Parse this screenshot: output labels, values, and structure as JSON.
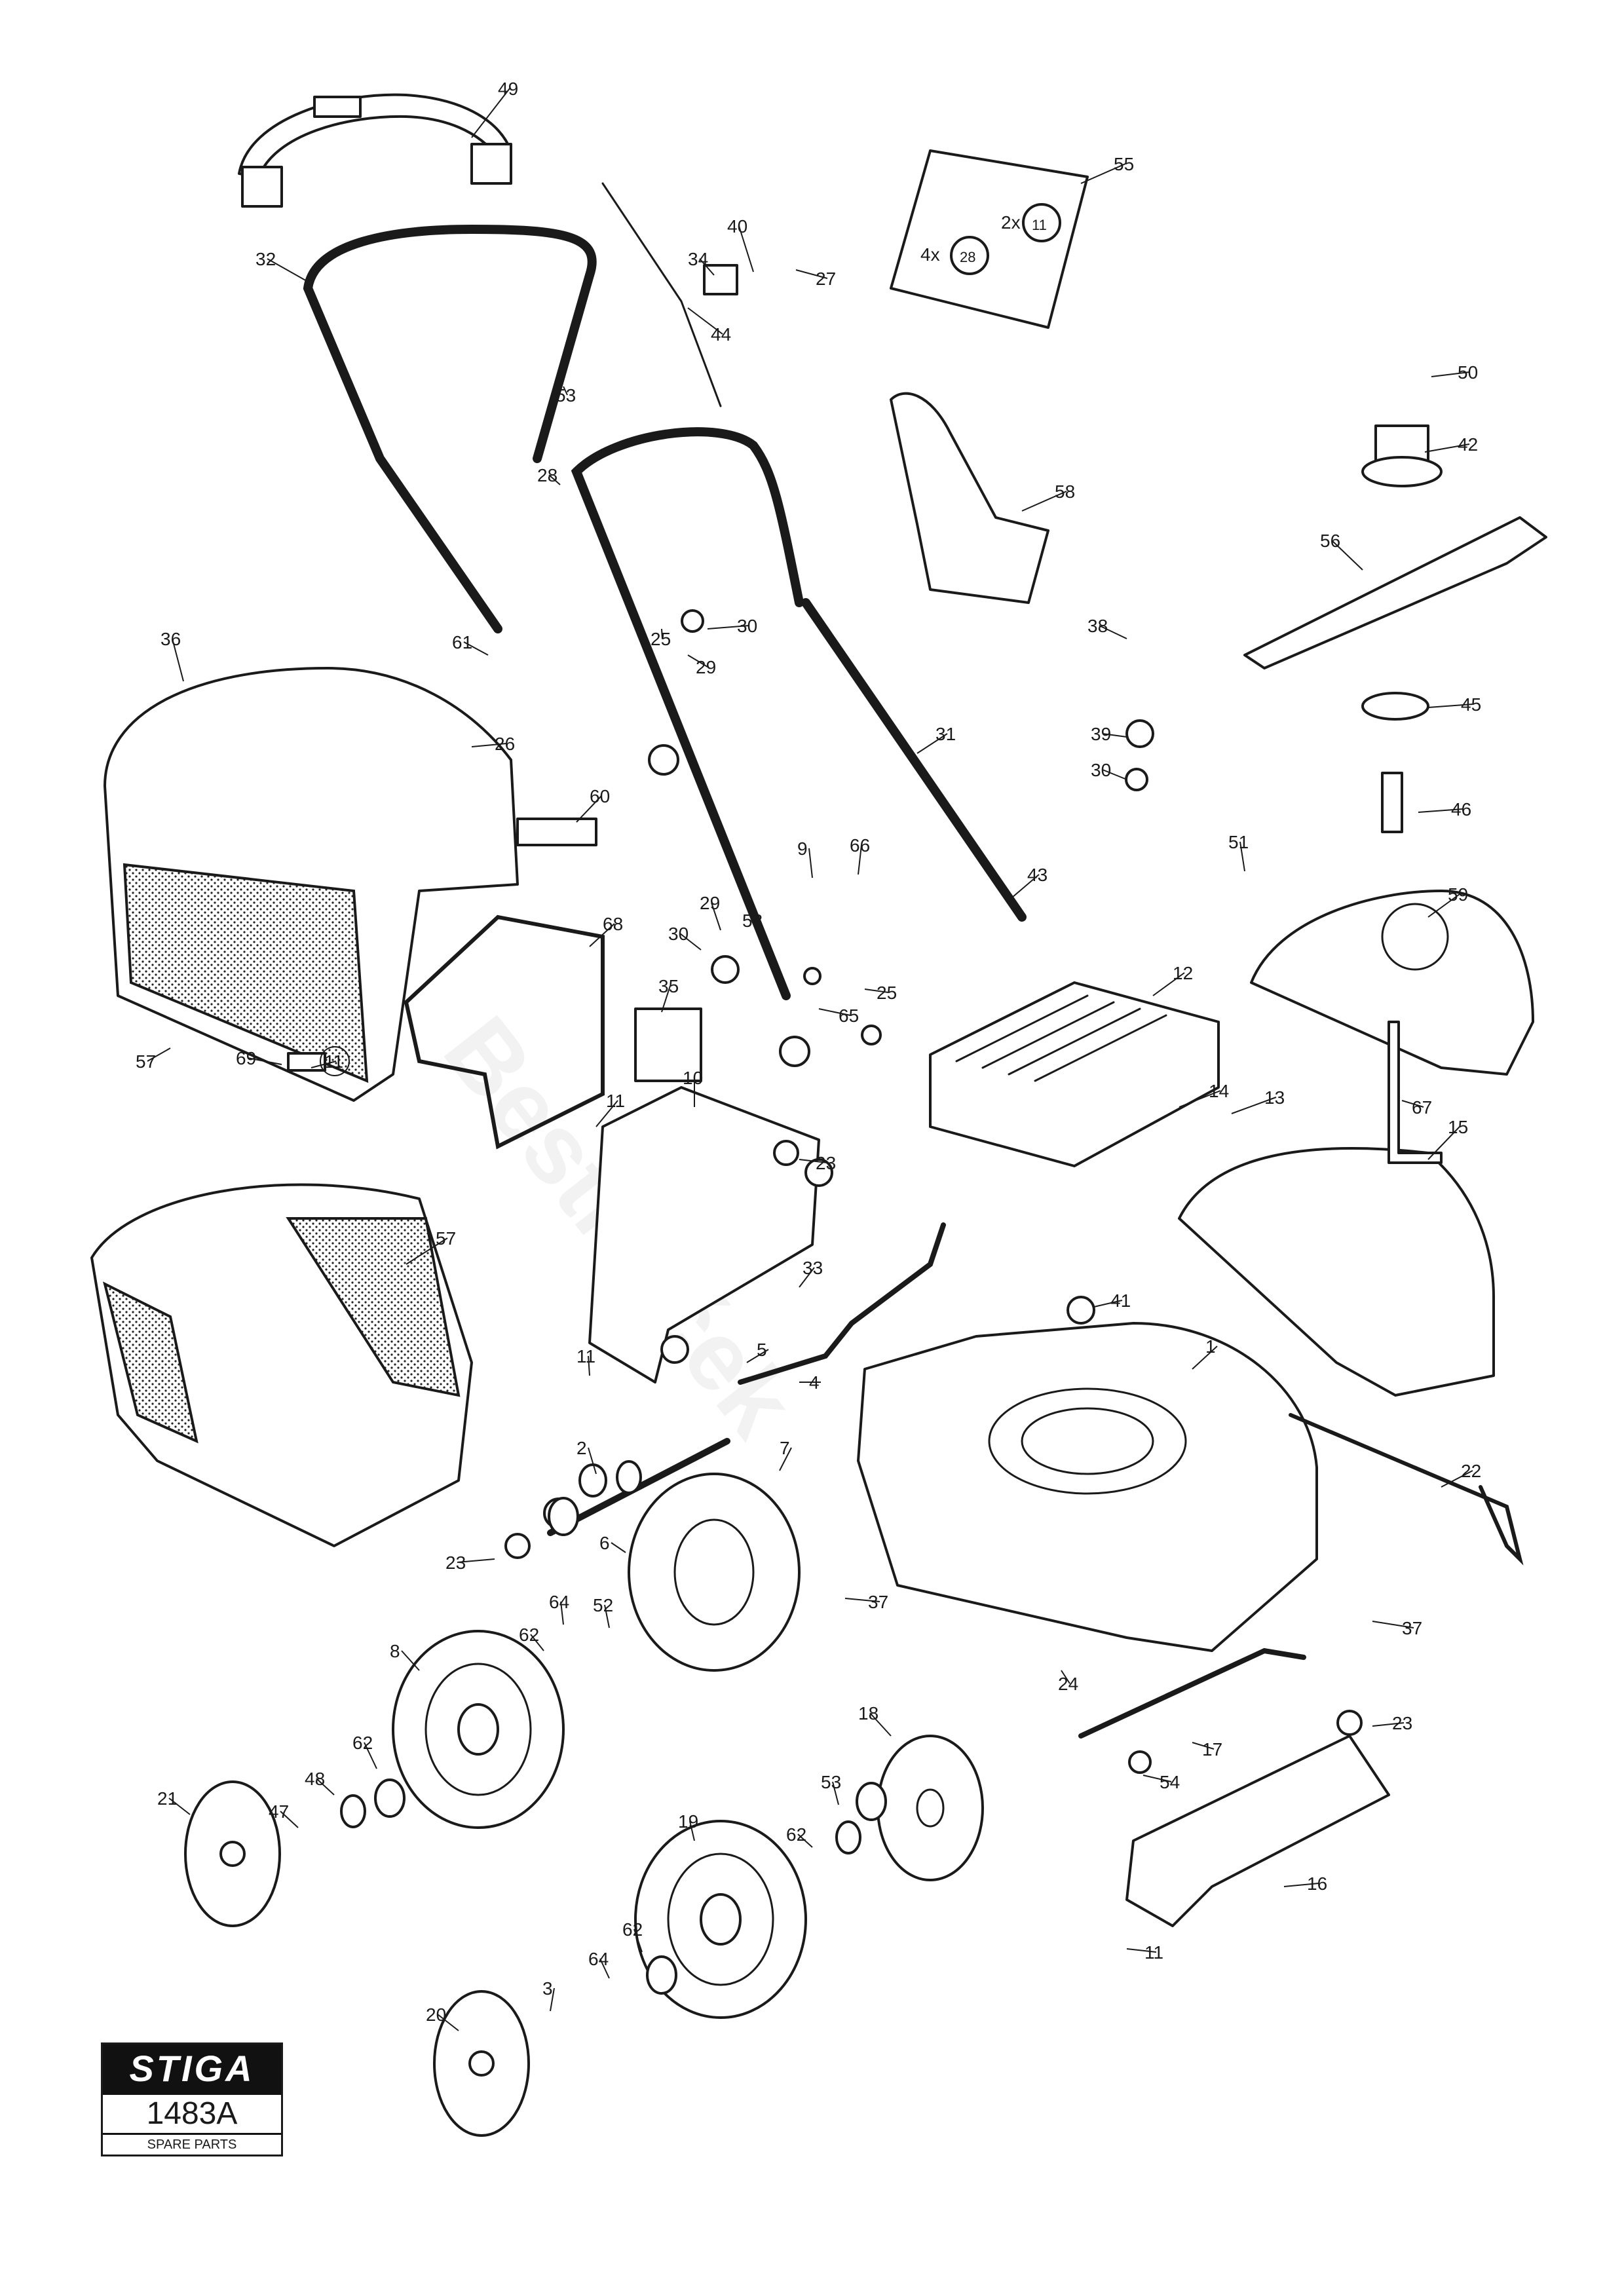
{
  "logo": {
    "brand": "STIGA",
    "model": "1483A",
    "subtitle": "SPARE PARTS"
  },
  "watermark": "Bestrejček",
  "bag_labels": {
    "a": "2x",
    "a_ref": "11",
    "b": "4x",
    "b_ref": "28"
  },
  "parts": [
    {
      "id": "p1",
      "label": "1"
    },
    {
      "id": "p2",
      "label": "2"
    },
    {
      "id": "p3",
      "label": "3"
    },
    {
      "id": "p4",
      "label": "4"
    },
    {
      "id": "p5",
      "label": "5"
    },
    {
      "id": "p6",
      "label": "6"
    },
    {
      "id": "p7",
      "label": "7"
    },
    {
      "id": "p8",
      "label": "8"
    },
    {
      "id": "p9",
      "label": "9"
    },
    {
      "id": "p10",
      "label": "10"
    },
    {
      "id": "p11a",
      "label": "11"
    },
    {
      "id": "p11b",
      "label": "11"
    },
    {
      "id": "p11c",
      "label": "11"
    },
    {
      "id": "p11d",
      "label": "11"
    },
    {
      "id": "p12",
      "label": "12"
    },
    {
      "id": "p13",
      "label": "13"
    },
    {
      "id": "p14",
      "label": "14"
    },
    {
      "id": "p15",
      "label": "15"
    },
    {
      "id": "p16",
      "label": "16"
    },
    {
      "id": "p17",
      "label": "17"
    },
    {
      "id": "p18",
      "label": "18"
    },
    {
      "id": "p19",
      "label": "19"
    },
    {
      "id": "p20",
      "label": "20"
    },
    {
      "id": "p21",
      "label": "21"
    },
    {
      "id": "p22",
      "label": "22"
    },
    {
      "id": "p23a",
      "label": "23"
    },
    {
      "id": "p23b",
      "label": "23"
    },
    {
      "id": "p23c",
      "label": "23"
    },
    {
      "id": "p24",
      "label": "24"
    },
    {
      "id": "p25a",
      "label": "25"
    },
    {
      "id": "p25b",
      "label": "25"
    },
    {
      "id": "p26",
      "label": "26"
    },
    {
      "id": "p27",
      "label": "27"
    },
    {
      "id": "p28",
      "label": "28"
    },
    {
      "id": "p29a",
      "label": "29"
    },
    {
      "id": "p29b",
      "label": "29"
    },
    {
      "id": "p30a",
      "label": "30"
    },
    {
      "id": "p30b",
      "label": "30"
    },
    {
      "id": "p30c",
      "label": "30"
    },
    {
      "id": "p31",
      "label": "31"
    },
    {
      "id": "p32",
      "label": "32"
    },
    {
      "id": "p33",
      "label": "33"
    },
    {
      "id": "p34",
      "label": "34"
    },
    {
      "id": "p35",
      "label": "35"
    },
    {
      "id": "p36",
      "label": "36"
    },
    {
      "id": "p37a",
      "label": "37"
    },
    {
      "id": "p37b",
      "label": "37"
    },
    {
      "id": "p38",
      "label": "38"
    },
    {
      "id": "p39",
      "label": "39"
    },
    {
      "id": "p40",
      "label": "40"
    },
    {
      "id": "p41",
      "label": "41"
    },
    {
      "id": "p42",
      "label": "42"
    },
    {
      "id": "p43",
      "label": "43"
    },
    {
      "id": "p44",
      "label": "44"
    },
    {
      "id": "p45",
      "label": "45"
    },
    {
      "id": "p46",
      "label": "46"
    },
    {
      "id": "p47",
      "label": "47"
    },
    {
      "id": "p48",
      "label": "48"
    },
    {
      "id": "p49",
      "label": "49"
    },
    {
      "id": "p50",
      "label": "50"
    },
    {
      "id": "p51",
      "label": "51"
    },
    {
      "id": "p52",
      "label": "52"
    },
    {
      "id": "p53a",
      "label": "53"
    },
    {
      "id": "p53b",
      "label": "53"
    },
    {
      "id": "p53c",
      "label": "53"
    },
    {
      "id": "p54",
      "label": "54"
    },
    {
      "id": "p55",
      "label": "55"
    },
    {
      "id": "p56",
      "label": "56"
    },
    {
      "id": "p57a",
      "label": "57"
    },
    {
      "id": "p57b",
      "label": "57"
    },
    {
      "id": "p58",
      "label": "58"
    },
    {
      "id": "p59",
      "label": "59"
    },
    {
      "id": "p60",
      "label": "60"
    },
    {
      "id": "p61",
      "label": "61"
    },
    {
      "id": "p62a",
      "label": "62"
    },
    {
      "id": "p62b",
      "label": "62"
    },
    {
      "id": "p62c",
      "label": "62"
    },
    {
      "id": "p62d",
      "label": "62"
    },
    {
      "id": "p64a",
      "label": "64"
    },
    {
      "id": "p64b",
      "label": "64"
    },
    {
      "id": "p65",
      "label": "65"
    },
    {
      "id": "p66",
      "label": "66"
    },
    {
      "id": "p67",
      "label": "67"
    },
    {
      "id": "p68",
      "label": "68"
    },
    {
      "id": "p69",
      "label": "69"
    }
  ]
}
